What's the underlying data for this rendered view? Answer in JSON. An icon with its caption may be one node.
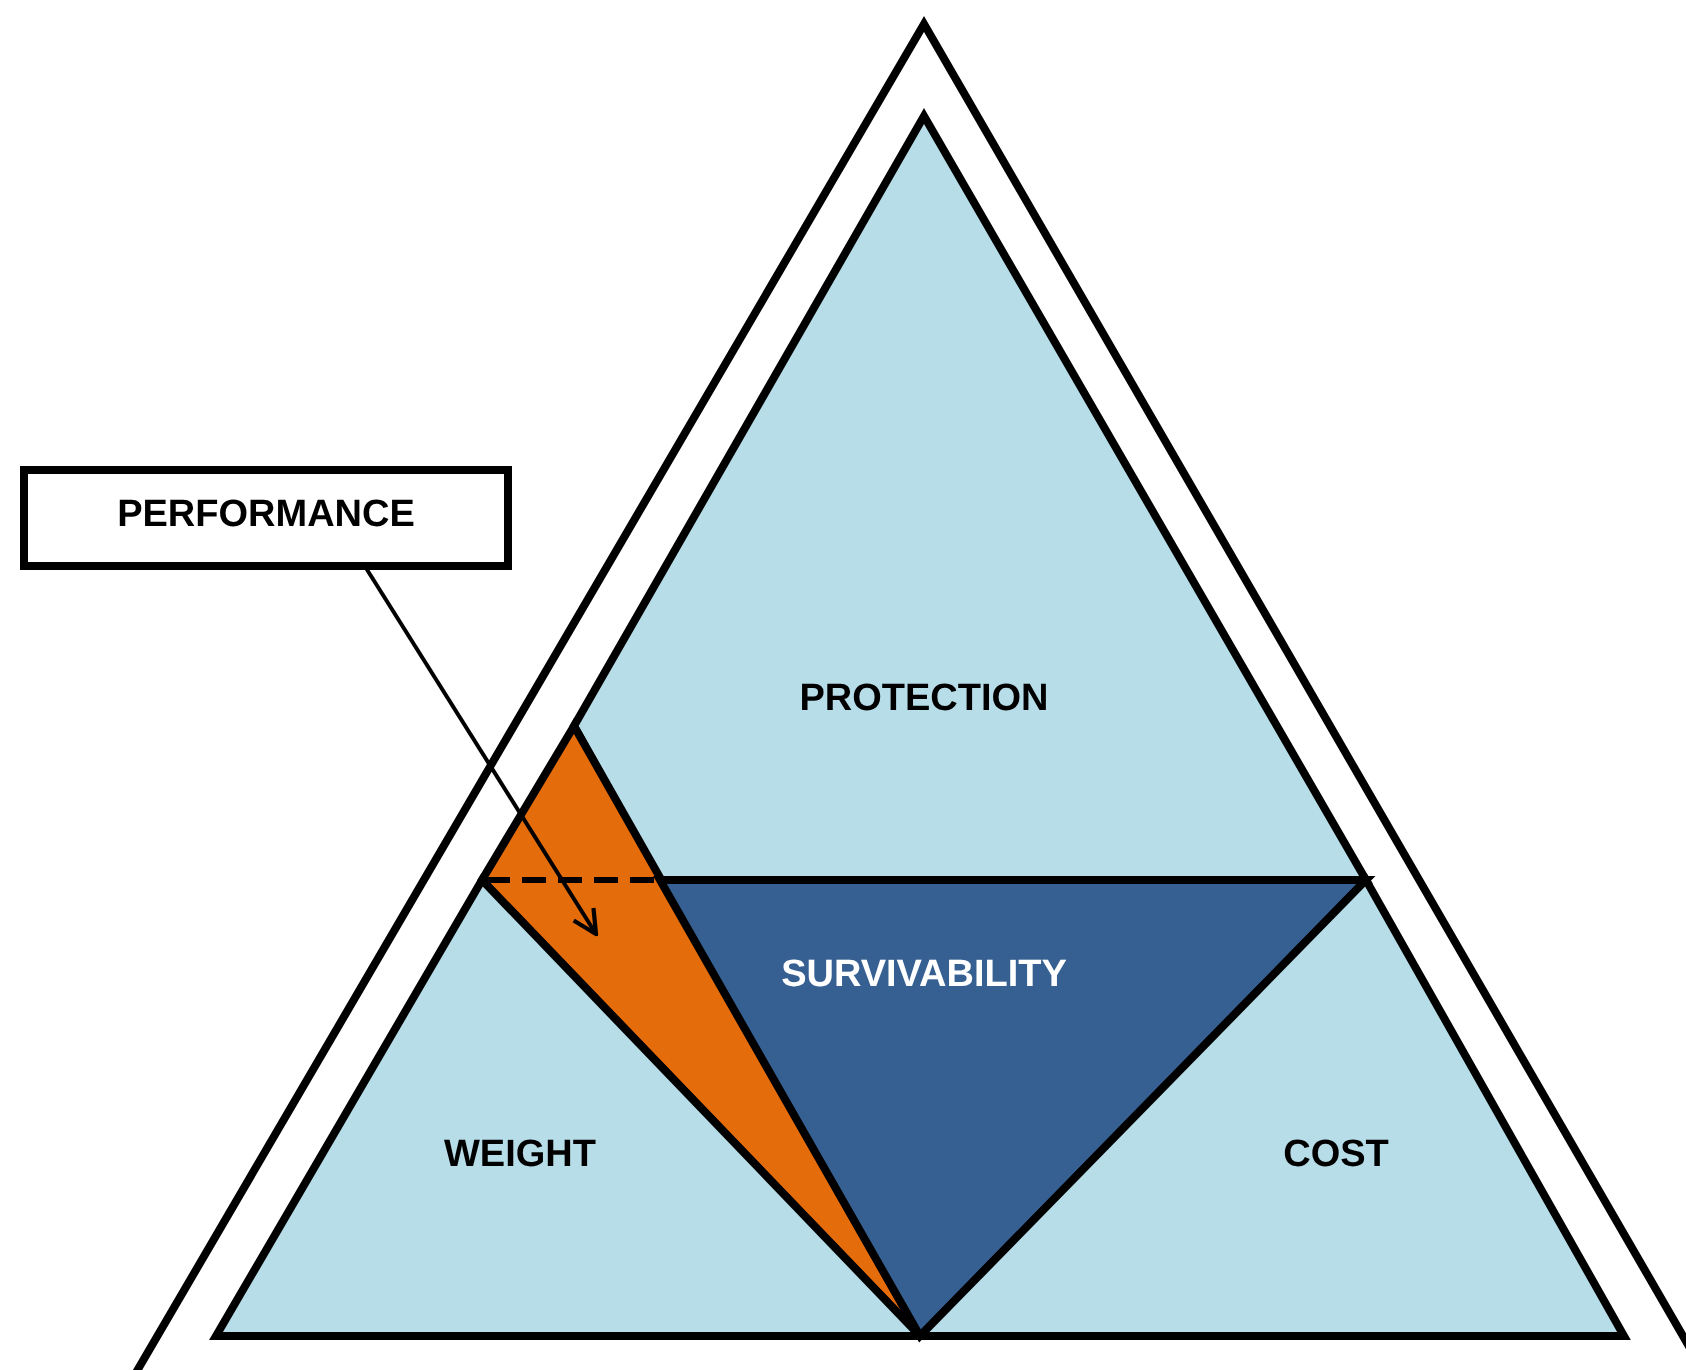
{
  "diagram": {
    "nodes": [
      {
        "text": [
          "PERFORMANCE"
        ]
      },
      {
        "text": [
          "PROTECTION"
        ]
      },
      {
        "text": [],
        "shape": "triangle"
      },
      {
        "text": [
          "SURVIVABILITY"
        ]
      },
      {
        "text": [
          "WEIGHT"
        ]
      },
      {
        "text": [
          "COST"
        ]
      }
    ],
    "edges": [
      {
        "from": 0,
        "to": 2,
        "arrow": "to"
      }
    ]
  }
}
